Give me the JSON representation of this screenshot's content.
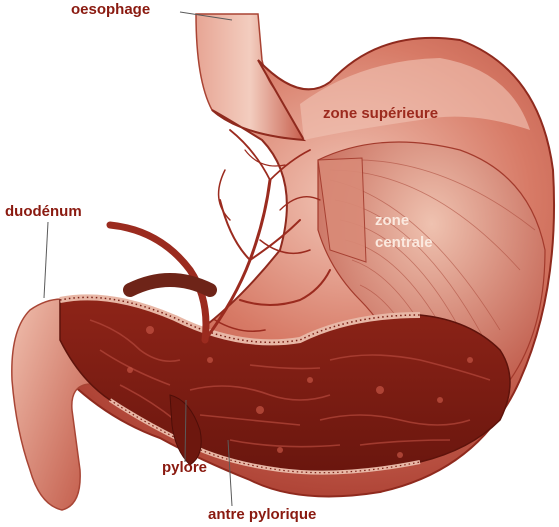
{
  "labels": {
    "oesophage": "oesophage",
    "duodenum": "duodénum",
    "zone_superieure": "zone supérieure",
    "zone_centrale_line1": "zone",
    "zone_centrale_line2": "centrale",
    "pylore": "pylore",
    "antre_pylorique": "antre pylorique"
  },
  "colors": {
    "background": "#ffffff",
    "stomach_outer": "#b8483a",
    "stomach_highlight": "#e9a595",
    "muscle_band": "#c46a57",
    "mucosa": "#7a1c12",
    "mucosa_fold": "#a0362a",
    "vessel": "#9b2b1f",
    "label_text": "#8a1a10"
  }
}
